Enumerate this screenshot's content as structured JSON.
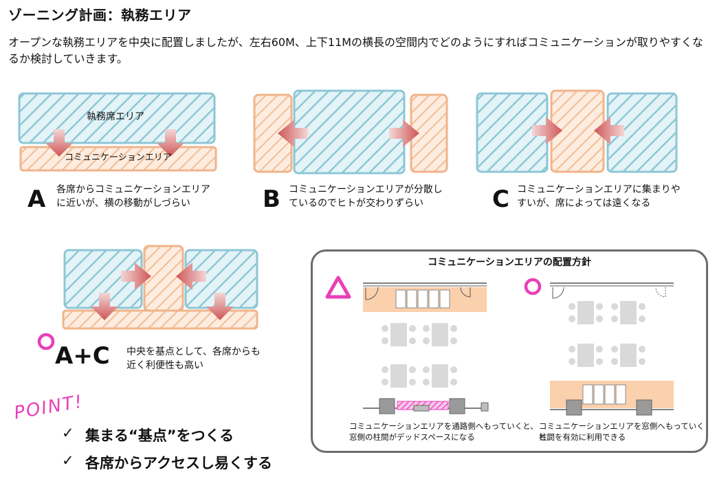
{
  "title": "ゾーニング計画：執務エリア",
  "intro": "オープンな執務エリアを中央に配置しましたが、左右60M、上下11Mの横長の空間内でどのようにすればコミュニケーションが取りやすくなるか検討していきます。",
  "colors": {
    "work_area": "#bfe3ec",
    "work_stroke": "#8cc7d6",
    "comm_area": "#fbd9bd",
    "comm_stroke": "#f0b48a",
    "arrow": "#d86868",
    "accent": "#e83fb8",
    "panel_border": "#6b6b6b"
  },
  "option_a": {
    "work_label": "執務席エリア",
    "comm_label": "コミュニケーションエリア",
    "letter": "A",
    "desc1": "各席からコミュニケーションエリア",
    "desc2": "に近いが、横の移動がしづらい"
  },
  "option_b": {
    "letter": "B",
    "desc1": "コミュニケーションエリアが分散し",
    "desc2": "ているのでヒトが交わりずらい"
  },
  "option_c": {
    "letter": "C",
    "desc1": "コミュニケーションエリアに集まりや",
    "desc2": "すいが、席によっては遠くなる"
  },
  "option_ac": {
    "letter": "A+C",
    "desc1": "中央を基点として、各席からも",
    "desc2": "近く利便性も高い"
  },
  "panel": {
    "title": "コミュニケーションエリアの配置方針",
    "left_mark": "triangle",
    "right_mark": "circle",
    "left_caption1": "コミュニケーションエリアを通路側へもっていくと、",
    "left_caption2": "窓側の柱間がデッドスペースになる",
    "right_caption1": "コミュニケーションエリアを窓側へもっていくと、",
    "right_caption2": "柱間を有効に利用できる"
  },
  "point": {
    "label": "POINT!",
    "check_icon": "✓",
    "item1": "集まる“基点”をつくる",
    "item2": "各席からアクセスし易くする"
  }
}
